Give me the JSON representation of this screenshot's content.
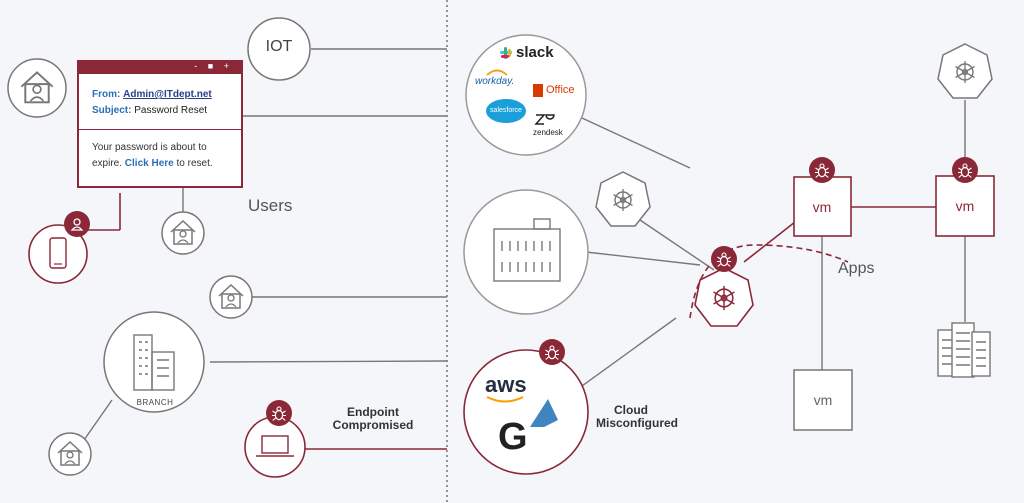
{
  "labels": {
    "users": "Users",
    "apps": "Apps",
    "iot": "IOT",
    "branch": "BRANCH",
    "endpoint_line1": "Endpoint",
    "endpoint_line2": "Compromised",
    "cloud_line1": "Cloud",
    "cloud_line2": "Misconfigured",
    "vm": "vm"
  },
  "email": {
    "window_controls": "- ■ +",
    "from_key": "From:",
    "from_value": "Admin@ITdept.net",
    "subject_key": "Subject:",
    "subject_value": "Password Reset",
    "body_pre": "Your password is about to expire.",
    "body_link": "Click Here",
    "body_post": "to reset."
  },
  "saas_logos": {
    "slack": "slack",
    "workday": "workday.",
    "office": "Office",
    "salesforce": "salesforce",
    "zendesk": "zendesk"
  },
  "cloud_logos": {
    "aws": "aws",
    "google": "G"
  },
  "colors": {
    "compromised": "#8a2838",
    "neutral": "#777777",
    "background": "#f4f6f9"
  }
}
